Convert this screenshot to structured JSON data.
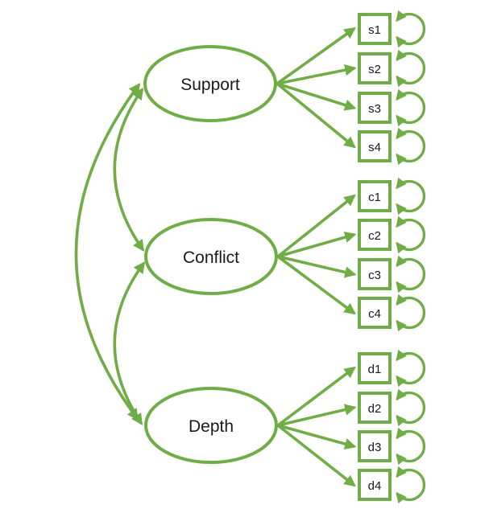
{
  "colors": {
    "accent_green": "#70AD47",
    "label_text": "#1a1a1a",
    "background": "#ffffff"
  },
  "latents": [
    {
      "label": "Support"
    },
    {
      "label": "Conflict"
    },
    {
      "label": "Depth"
    }
  ],
  "indicators": [
    {
      "label": "s1"
    },
    {
      "label": "s2"
    },
    {
      "label": "s3"
    },
    {
      "label": "s4"
    },
    {
      "label": "c1"
    },
    {
      "label": "c2"
    },
    {
      "label": "c3"
    },
    {
      "label": "c4"
    },
    {
      "label": "d1"
    },
    {
      "label": "d2"
    },
    {
      "label": "d3"
    },
    {
      "label": "d4"
    }
  ],
  "structure": {
    "covariances": [
      "Support <-> Conflict",
      "Support <-> Depth",
      "Conflict <-> Depth"
    ],
    "loadings": {
      "Support": [
        "s1",
        "s2",
        "s3",
        "s4"
      ],
      "Conflict": [
        "c1",
        "c2",
        "c3",
        "c4"
      ],
      "Depth": [
        "d1",
        "d2",
        "d3",
        "d4"
      ]
    },
    "error_loops": "double-headed self-loop on every indicator"
  }
}
